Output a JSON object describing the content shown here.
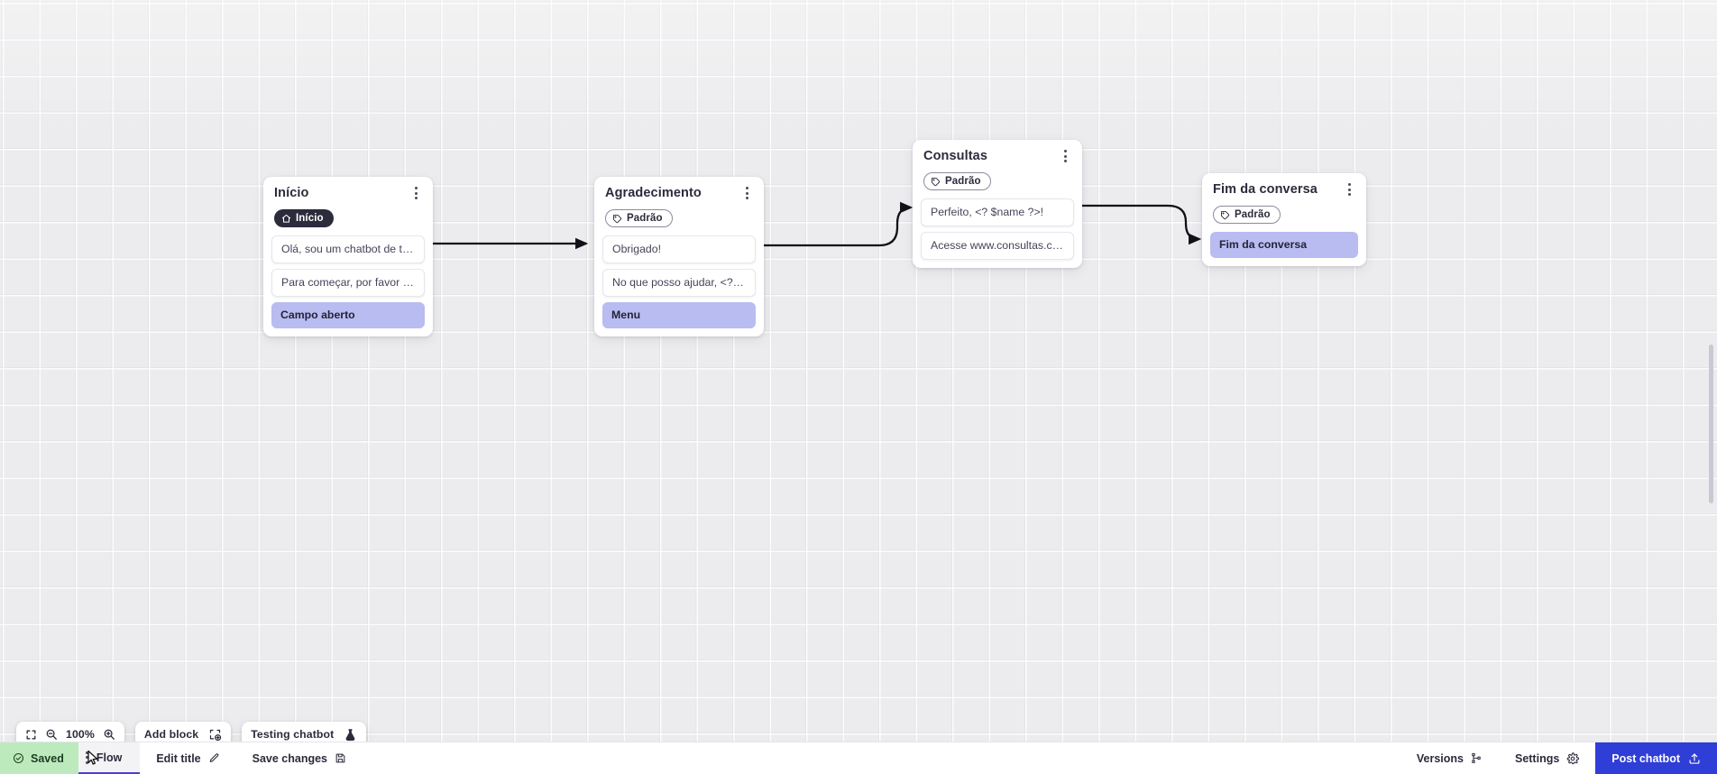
{
  "canvas": {
    "zoom_level": "100%",
    "nodes": [
      {
        "id": "inicio",
        "title": "Início",
        "badge": {
          "type": "home",
          "label": "Início",
          "icon": "home-icon"
        },
        "rows": [
          {
            "kind": "message",
            "text": "Olá, sou um chatbot de teste!"
          },
          {
            "kind": "message",
            "text": "Para começar, por favor digite o ..."
          },
          {
            "kind": "action",
            "text": "Campo aberto"
          }
        ]
      },
      {
        "id": "agradecimento",
        "title": "Agradecimento",
        "badge": {
          "type": "default",
          "label": "Padrão",
          "icon": "tag-icon"
        },
        "rows": [
          {
            "kind": "message",
            "text": "Obrigado!"
          },
          {
            "kind": "message",
            "text": "No que posso ajudar, <? $name ..."
          },
          {
            "kind": "action",
            "text": "Menu"
          }
        ]
      },
      {
        "id": "consultas",
        "title": "Consultas",
        "badge": {
          "type": "default",
          "label": "Padrão",
          "icon": "tag-icon"
        },
        "rows": [
          {
            "kind": "message",
            "text": "Perfeito, <? $name ?>!"
          },
          {
            "kind": "message",
            "text": "Acesse www.consultas.com par..."
          }
        ]
      },
      {
        "id": "fim",
        "title": "Fim da conversa",
        "badge": {
          "type": "default",
          "label": "Padrão",
          "icon": "tag-icon"
        },
        "rows": [
          {
            "kind": "action",
            "text": "Fim da conversa"
          }
        ]
      }
    ]
  },
  "toolbar": {
    "fit_icon": "fit-screen-icon",
    "zoom_out_icon": "zoom-out-icon",
    "zoom_in_icon": "zoom-in-icon",
    "zoom_label": "100%",
    "add_block_label": "Add block",
    "add_block_icon": "add-block-icon",
    "testing_label": "Testing chatbot",
    "testing_icon": "flask-icon"
  },
  "bottombar": {
    "saved_label": "Saved",
    "saved_icon": "check-circle-icon",
    "flow_tab_label": "Flow",
    "flow_tab_handle_icon": "drag-dots-icon",
    "edit_title_label": "Edit title",
    "edit_title_icon": "pencil-icon",
    "save_changes_label": "Save changes",
    "save_changes_icon": "save-disk-icon",
    "versions_label": "Versions",
    "versions_icon": "branch-icon",
    "settings_label": "Settings",
    "settings_icon": "gear-icon",
    "post_label": "Post chatbot",
    "post_icon": "upload-icon"
  },
  "colors": {
    "accent": "#2f3ed6",
    "saved_bg": "#bdeabd",
    "action_row": "#b9bcf0",
    "badge_dark": "#2b2b3c",
    "canvas_bg": "#ececee"
  }
}
